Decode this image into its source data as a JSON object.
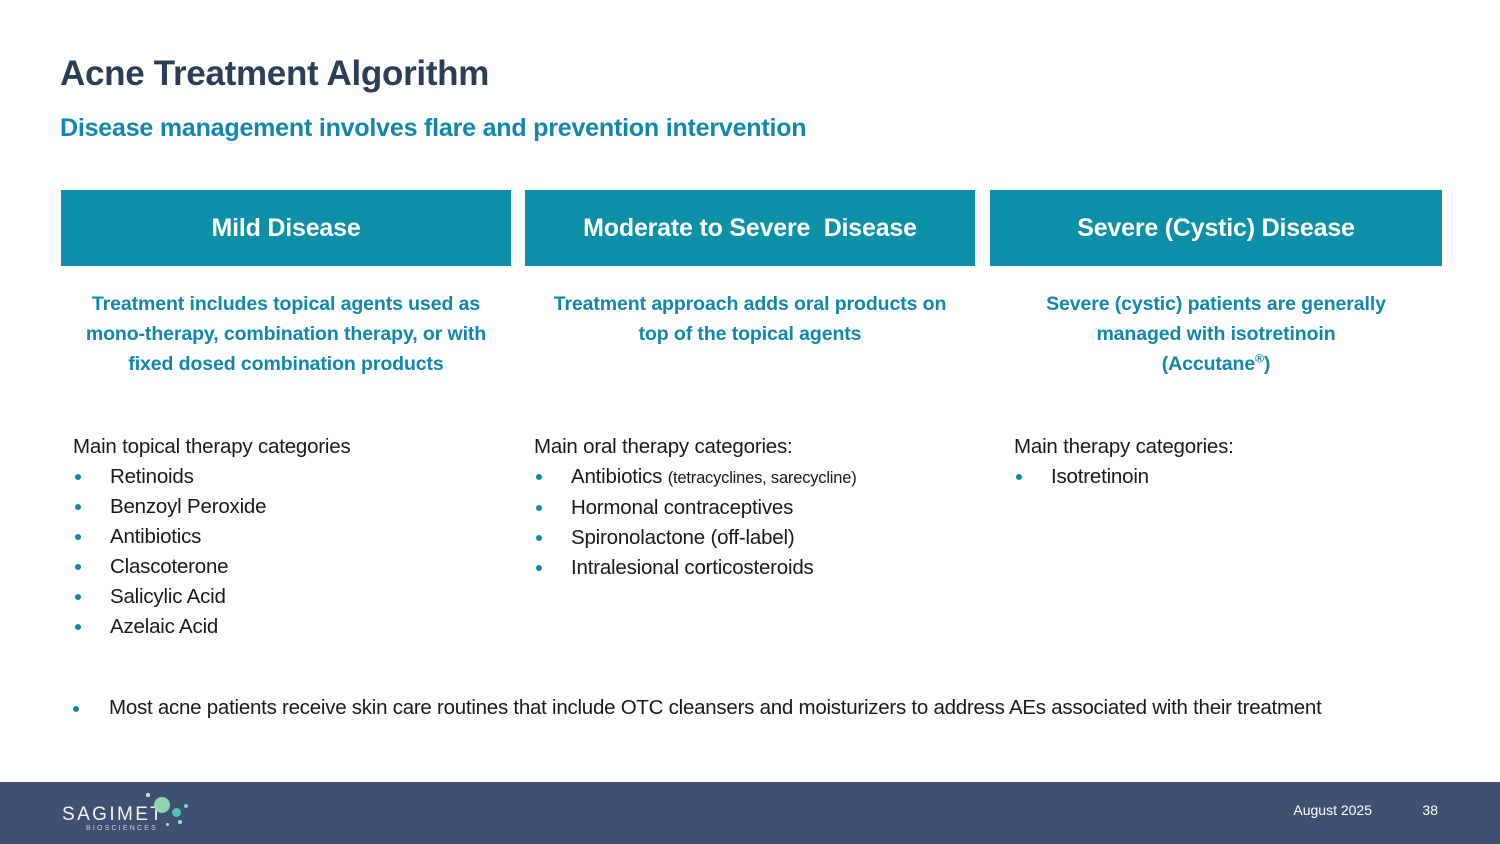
{
  "slide": {
    "title": "Acne Treatment Algorithm",
    "subtitle": "Disease management involves flare and prevention intervention",
    "accent_teal": "#0C90A8",
    "title_color": "#2A3F55",
    "footer_bg": "#3E5170"
  },
  "columns": [
    {
      "header": "Mild Disease",
      "description": "Treatment includes topical agents used as mono-therapy, combination therapy, or with fixed dosed combination products",
      "list_heading": "Main topical therapy categories",
      "items": [
        {
          "text": "Retinoids",
          "note": ""
        },
        {
          "text": "Benzoyl Peroxide",
          "note": ""
        },
        {
          "text": "Antibiotics",
          "note": ""
        },
        {
          "text": "Clascoterone",
          "note": ""
        },
        {
          "text": "Salicylic Acid",
          "note": ""
        },
        {
          "text": "Azelaic Acid",
          "note": ""
        }
      ]
    },
    {
      "header": "Moderate to Severe  Disease",
      "description": "Treatment approach adds oral products on top of the topical agents",
      "list_heading": "Main oral therapy categories:",
      "items": [
        {
          "text": "Antibiotics",
          "note": "(tetracyclines, sarecycline)"
        },
        {
          "text": "Hormonal contraceptives",
          "note": ""
        },
        {
          "text": "Spironolactone (off-label)",
          "note": ""
        },
        {
          "text": "Intralesional corticosteroids",
          "note": ""
        }
      ]
    },
    {
      "header": "Severe (Cystic) Disease",
      "description_lines": [
        "Severe (cystic) patients are generally",
        "managed with isotretinoin",
        "(Accutane®)"
      ],
      "description": "Severe (cystic) patients are generally managed with isotretinoin (Accutane®)",
      "list_heading": "Main therapy categories:",
      "items": [
        {
          "text": "Isotretinoin",
          "note": ""
        }
      ]
    }
  ],
  "footnote": "Most acne patients receive skin care routines that include OTC cleansers and moisturizers to address AEs associated with their treatment",
  "footer": {
    "logo_word": "SAGIMET",
    "logo_sub": "BIOSCIENCES",
    "date": "August 2025",
    "page_number": "38"
  }
}
